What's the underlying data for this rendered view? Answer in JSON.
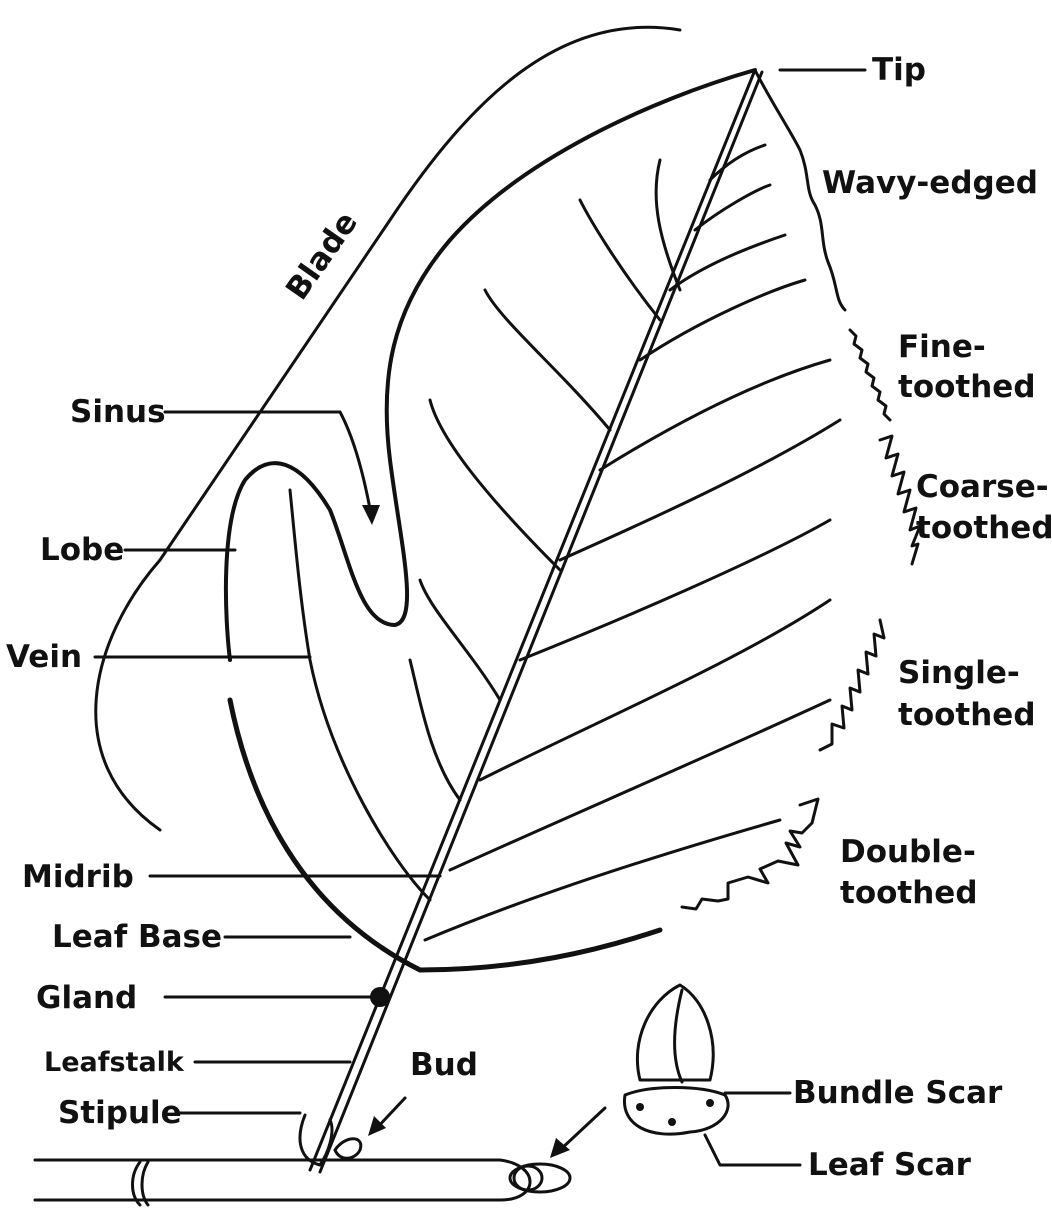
{
  "labels": {
    "tip": "Tip",
    "wavy_edged": "Wavy-edged",
    "blade": "Blade",
    "fine_toothed_1": "Fine-",
    "fine_toothed_2": "toothed",
    "coarse_toothed_1": "Coarse-",
    "coarse_toothed_2": "toothed",
    "single_toothed_1": "Single-",
    "single_toothed_2": "toothed",
    "double_toothed_1": "Double-",
    "double_toothed_2": "toothed",
    "sinus": "Sinus",
    "lobe": "Lobe",
    "vein": "Vein",
    "midrib": "Midrib",
    "leaf_base": "Leaf Base",
    "gland": "Gland",
    "leafstalk": "Leafstalk",
    "bud": "Bud",
    "stipule": "Stipule",
    "bundle_scar": "Bundle Scar",
    "leaf_scar": "Leaf Scar"
  },
  "colors": {
    "ink": "#111111",
    "paper": "#ffffff"
  }
}
